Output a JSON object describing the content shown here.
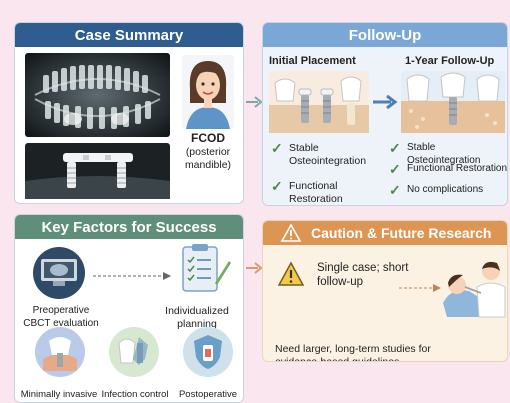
{
  "case_summary": {
    "title": "Case Summary",
    "patient_label": "FCOD",
    "patient_detail": "(posterior mandible)"
  },
  "follow_up": {
    "title": "Follow-Up",
    "initial_title": "Initial Placement",
    "year_title": "1-Year Follow-Up",
    "initial_points": [
      "Stable Osteointegration",
      "Functional Restoration"
    ],
    "year_points": [
      "Stable Osteointegration",
      "Functional Restoration",
      "No complications"
    ]
  },
  "key_factors": {
    "title": "Key Factors for Success",
    "cbct": "Preoperative CBCT evaluation",
    "planning": "Individualized planning",
    "minimally": "Minimally invasive two-stage protocol",
    "infection": "Infection control Antibiotic",
    "postop": "Postoperative oral care"
  },
  "caution": {
    "title": "Caution & Future Research",
    "single_case": "Single case; short follow-up",
    "need": "Need larger, long-term studies for evidence-based guidelines"
  },
  "colors": {
    "case_header": "#2f5d8f",
    "followup_header": "#7aa7d6",
    "factors_header": "#5f8f7a",
    "caution_header": "#dd9553",
    "check": "#4a8a45",
    "arrow": "#7fa9a8"
  }
}
